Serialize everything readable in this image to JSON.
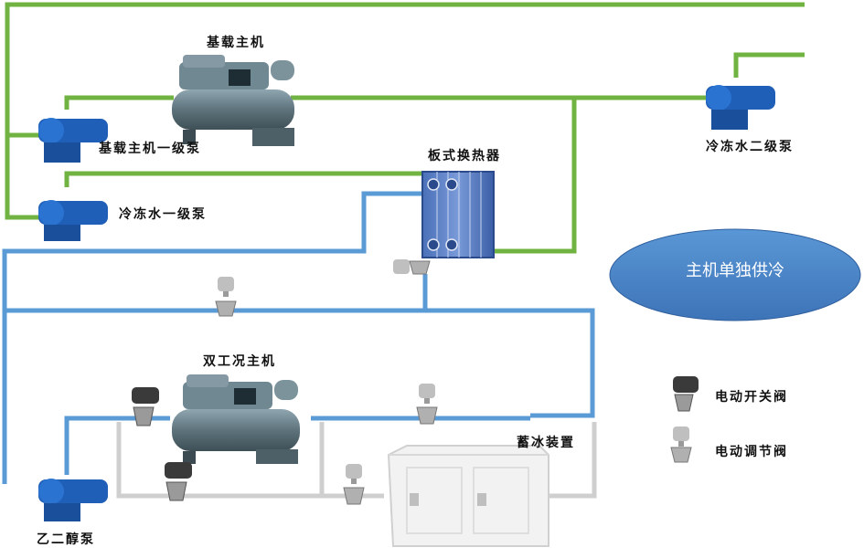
{
  "labels": {
    "base_chiller": "基载主机",
    "base_chiller_pump": "基载主机一级泵",
    "chilled_water_pump_1": "冷冻水一级泵",
    "plate_heat_exchanger": "板式换热器",
    "chilled_water_pump_2": "冷冻水二级泵",
    "dual_mode_chiller": "双工况主机",
    "ice_storage": "蓄冰装置",
    "glycol_pump": "乙二醇泵"
  },
  "mode_badge": "主机单独供冷",
  "legend": {
    "on_off_valve": "电动开关阀",
    "regulating_valve": "电动调节阀"
  },
  "colors": {
    "chilled_water_pipe": "#71b342",
    "glycol_pipe": "#5b9bd5",
    "inactive_pipe": "#cfcfcf",
    "mode_badge_fill": "#4a86c8",
    "pump_blue": "#1f5fb8"
  }
}
